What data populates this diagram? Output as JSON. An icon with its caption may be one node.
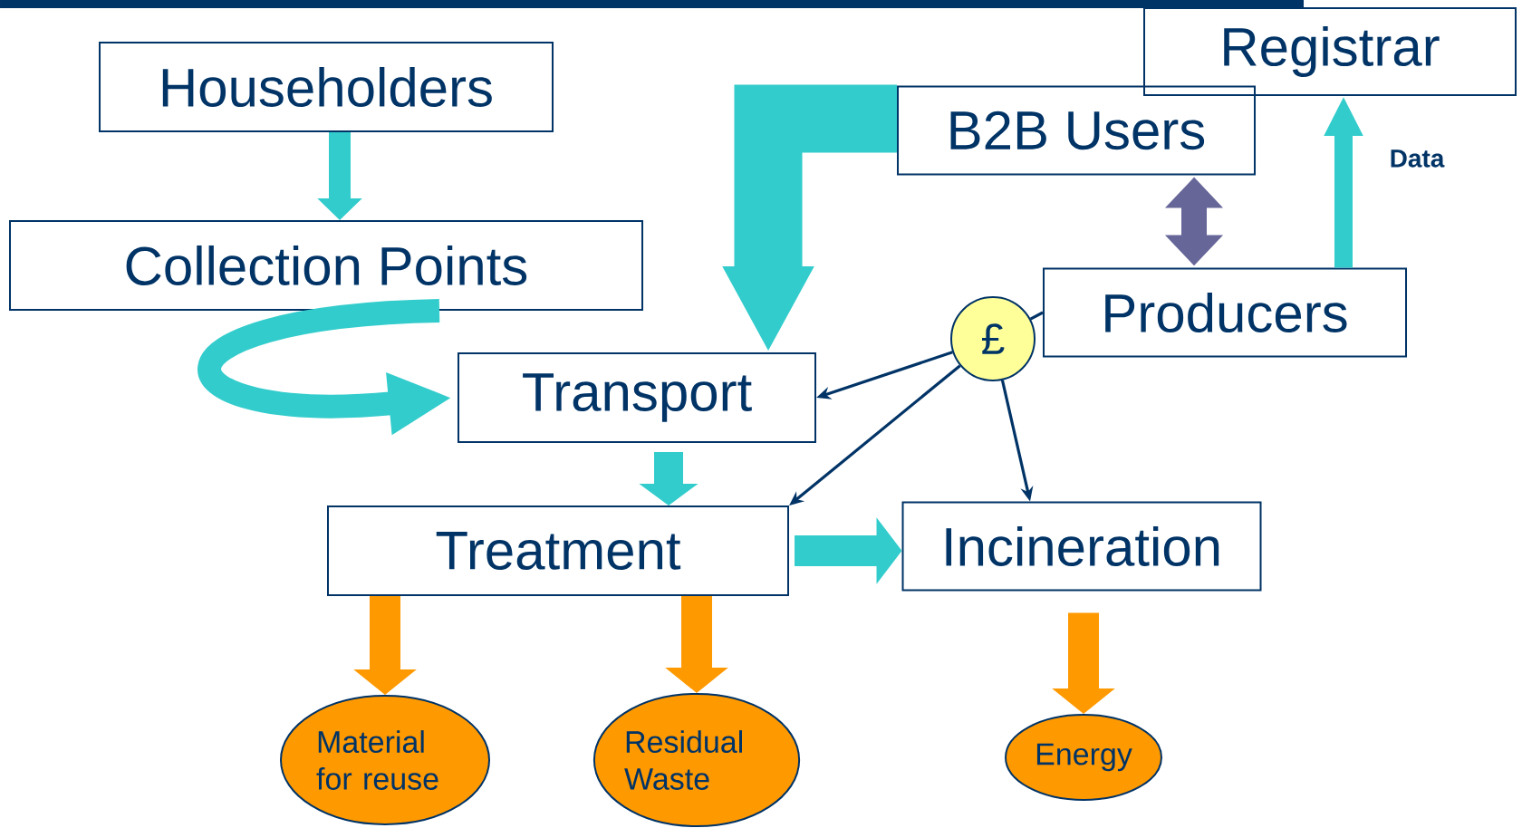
{
  "diagram": {
    "nodes": [
      {
        "text": [
          "Householders"
        ]
      },
      {
        "text": [
          "Collection Points"
        ]
      },
      {
        "text": [
          "Registrar"
        ]
      },
      {
        "text": [
          "B2B Users"
        ]
      },
      {
        "text": [
          "Producers"
        ]
      },
      {
        "text": [
          "Transport"
        ]
      },
      {
        "text": [
          "£"
        ]
      },
      {
        "text": [
          "Treatment"
        ]
      },
      {
        "text": [
          "Incineration"
        ]
      },
      {
        "text": [
          "Material for reuse"
        ]
      },
      {
        "text": [
          "Residual Waste"
        ]
      },
      {
        "text": [
          "Energy"
        ]
      }
    ],
    "edges": [
      {
        "from": 0,
        "to": 1,
        "arrow": "to",
        "color": "#33cccc"
      },
      {
        "from": 1,
        "to": 5,
        "arrow": "to",
        "color": "#33cccc"
      },
      {
        "from": 3,
        "to": 5,
        "arrow": "to",
        "style": "thick",
        "color": "#33cccc"
      },
      {
        "from": 3,
        "to": 4,
        "arrow": "both",
        "color": "#666699"
      },
      {
        "from": 4,
        "to": 2,
        "arrow": "to",
        "color": "#33cccc",
        "label": "Data"
      },
      {
        "from": 4,
        "to": 6,
        "arrow": "none",
        "color": "#003366"
      },
      {
        "from": 6,
        "to": 5,
        "arrow": "to",
        "color": "#003366"
      },
      {
        "from": 6,
        "to": 7,
        "arrow": "to",
        "color": "#003366"
      },
      {
        "from": 6,
        "to": 8,
        "arrow": "to",
        "color": "#003366"
      },
      {
        "from": 5,
        "to": 7,
        "arrow": "to",
        "color": "#33cccc"
      },
      {
        "from": 7,
        "to": 8,
        "arrow": "to",
        "color": "#33cccc"
      },
      {
        "from": 7,
        "to": 9,
        "arrow": "to",
        "color": "#ff9900"
      },
      {
        "from": 7,
        "to": 10,
        "arrow": "to",
        "color": "#ff9900"
      },
      {
        "from": 8,
        "to": 11,
        "arrow": "to",
        "color": "#ff9900"
      }
    ]
  }
}
